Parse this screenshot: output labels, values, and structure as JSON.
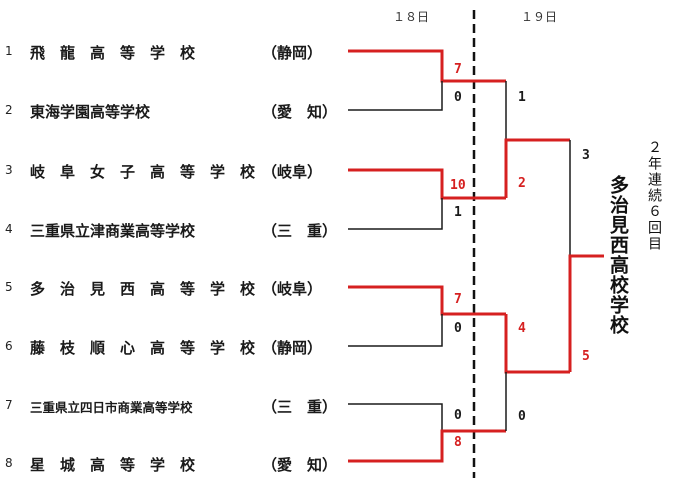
{
  "days": {
    "day1": "１８日",
    "day2": "１９日"
  },
  "teams": [
    {
      "seed": "1",
      "school": "飛　龍　高　等　学　校",
      "pref": "（静岡）"
    },
    {
      "seed": "2",
      "school": "東海学園高等学校",
      "pref": "（愛　知）"
    },
    {
      "seed": "3",
      "school": "岐　阜　女　子　高　等　学　校",
      "pref": "（岐阜）"
    },
    {
      "seed": "4",
      "school": "三重県立津商業高等学校",
      "pref": "（三　重）"
    },
    {
      "seed": "5",
      "school": "多　治　見　西　高　等　学　校",
      "pref": "（岐阜）"
    },
    {
      "seed": "6",
      "school": "藤　枝　順　心　高　等　学　校",
      "pref": "（静岡）"
    },
    {
      "seed": "7",
      "school": "三重県立四日市商業高等学校",
      "pref": "（三　重）"
    },
    {
      "seed": "8",
      "school": "星　城　高　等　学　校",
      "pref": "（愛　知）"
    }
  ],
  "scores": {
    "r1": [
      {
        "top": "7",
        "bottom": "0"
      },
      {
        "top": "10",
        "bottom": "1"
      },
      {
        "top": "7",
        "bottom": "0"
      },
      {
        "top": "0",
        "bottom": "8"
      }
    ],
    "sf": [
      {
        "top": "1",
        "bottom": "2"
      },
      {
        "top": "4",
        "bottom": "0"
      }
    ],
    "final": {
      "top": "3",
      "bottom": "5"
    }
  },
  "champion": {
    "name": "多治見西高校学校",
    "note": "２年連続６回目"
  },
  "colors": {
    "win": "#d62020",
    "line": "#1a1a1a"
  }
}
